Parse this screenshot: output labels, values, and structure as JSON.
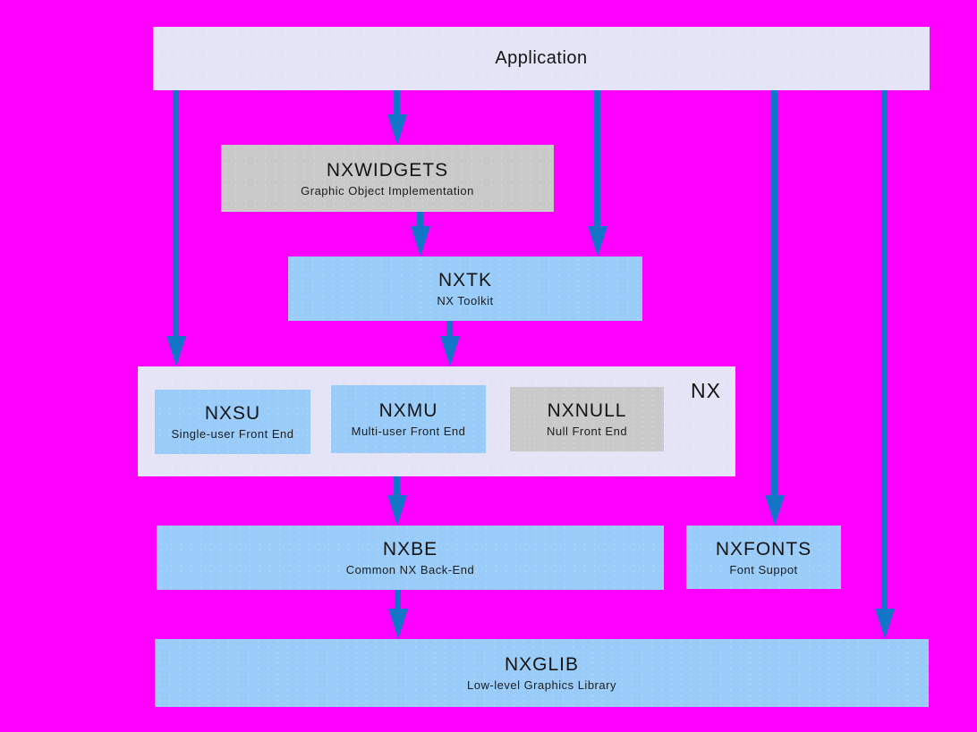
{
  "diagram": {
    "background_color": "#ff00ff",
    "arrow_color": "#1375c8",
    "colors": {
      "panel": "#e4e4f6",
      "gray_box": "#c9c9c9",
      "blue_box": "#9accf9"
    },
    "nodes": {
      "application": {
        "title": "Application"
      },
      "nxwidgets": {
        "title": "NXWIDGETS",
        "subtitle": "Graphic Object Implementation"
      },
      "nxtk": {
        "title": "NXTK",
        "subtitle": "NX Toolkit"
      },
      "nx_group": {
        "label": "NX"
      },
      "nxsu": {
        "title": "NXSU",
        "subtitle": "Single-user Front End"
      },
      "nxmu": {
        "title": "NXMU",
        "subtitle": "Multi-user Front End"
      },
      "nxnull": {
        "title": "NXNULL",
        "subtitle": "Null Front End"
      },
      "nxbe": {
        "title": "NXBE",
        "subtitle": "Common NX Back-End"
      },
      "nxfonts": {
        "title": "NXFONTS",
        "subtitle": "Font Suppot"
      },
      "nxglib": {
        "title": "NXGLIB",
        "subtitle": "Low-level Graphics Library"
      }
    },
    "edges": [
      {
        "from": "application",
        "to": "nx_group"
      },
      {
        "from": "application",
        "to": "nxwidgets"
      },
      {
        "from": "application",
        "to": "nxtk"
      },
      {
        "from": "application",
        "to": "nxfonts"
      },
      {
        "from": "application",
        "to": "nxglib"
      },
      {
        "from": "nxwidgets",
        "to": "nxtk"
      },
      {
        "from": "nxtk",
        "to": "nx_group"
      },
      {
        "from": "nx_group",
        "to": "nxbe"
      },
      {
        "from": "nxbe",
        "to": "nxglib"
      }
    ]
  }
}
